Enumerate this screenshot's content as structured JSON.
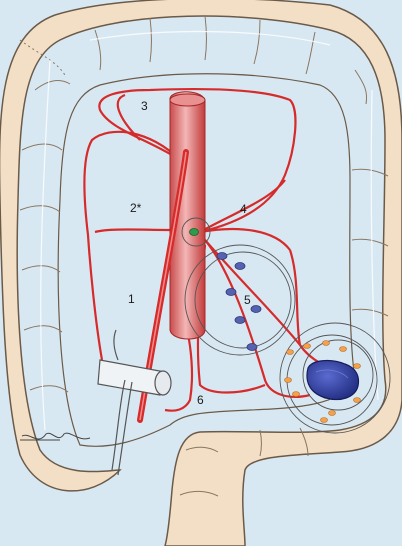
{
  "labels": {
    "l1": "1",
    "l2": "2*",
    "l3": "3",
    "l4": "4",
    "l5": "5",
    "l6": "6"
  },
  "colors": {
    "background": "#d8e8f3",
    "colon_fill": "#f3dfc6",
    "colon_outline": "#6b5a48",
    "artery": "#d62b2b",
    "aorta": "#e07f7f",
    "lymph_node_blue": "#5562b0",
    "lymph_node_orange": "#f3a14c",
    "sentinel_node": "#2e9b4a",
    "tumor": "#2d3d9e",
    "vein": "#f0f3f5"
  }
}
